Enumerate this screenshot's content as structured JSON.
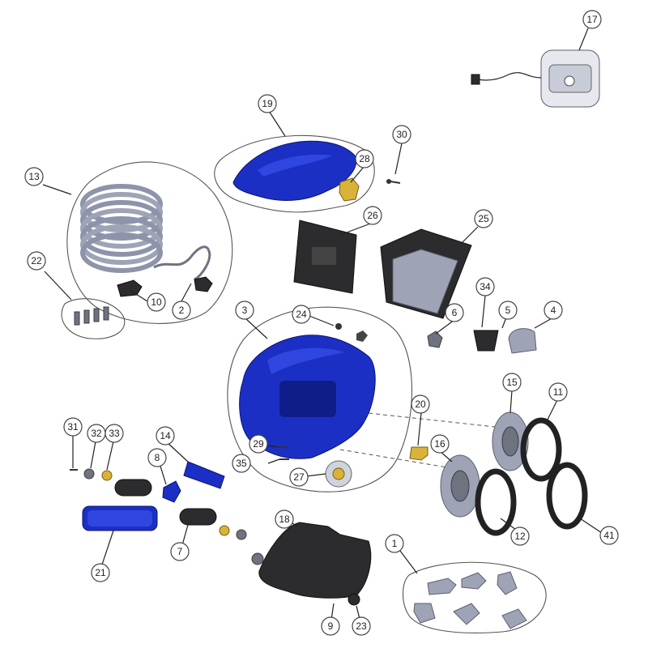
{
  "diagram": {
    "title": "",
    "callouts": [
      {
        "id": "c1",
        "label": "1"
      },
      {
        "id": "c2",
        "label": "2"
      },
      {
        "id": "c3",
        "label": "3"
      },
      {
        "id": "c4",
        "label": "4"
      },
      {
        "id": "c5",
        "label": "5"
      },
      {
        "id": "c6",
        "label": "6"
      },
      {
        "id": "c7",
        "label": "7"
      },
      {
        "id": "c8",
        "label": "8"
      },
      {
        "id": "c9",
        "label": "9"
      },
      {
        "id": "c10",
        "label": "10"
      },
      {
        "id": "c11",
        "label": "11"
      },
      {
        "id": "c12",
        "label": "12"
      },
      {
        "id": "c13",
        "label": "13"
      },
      {
        "id": "c14",
        "label": "14"
      },
      {
        "id": "c15",
        "label": "15"
      },
      {
        "id": "c16",
        "label": "16"
      },
      {
        "id": "c17",
        "label": "17"
      },
      {
        "id": "c18",
        "label": "18"
      },
      {
        "id": "c19",
        "label": "19"
      },
      {
        "id": "c20",
        "label": "20"
      },
      {
        "id": "c21",
        "label": "21"
      },
      {
        "id": "c22",
        "label": "22"
      },
      {
        "id": "c23",
        "label": "23"
      },
      {
        "id": "c24",
        "label": "24"
      },
      {
        "id": "c25",
        "label": "25"
      },
      {
        "id": "c26",
        "label": "26"
      },
      {
        "id": "c27",
        "label": "27"
      },
      {
        "id": "c28",
        "label": "28"
      },
      {
        "id": "c29",
        "label": "29"
      },
      {
        "id": "c30",
        "label": "30"
      },
      {
        "id": "c31",
        "label": "31"
      },
      {
        "id": "c32",
        "label": "32"
      },
      {
        "id": "c33",
        "label": "33"
      },
      {
        "id": "c34",
        "label": "34"
      },
      {
        "id": "c35",
        "label": "35"
      },
      {
        "id": "c41",
        "label": "41"
      }
    ],
    "colors": {
      "body_blue": "#1c2fc4",
      "dark_part": "#2c2c2e",
      "grey_part": "#9ea4b6",
      "brass_part": "#d9b23a",
      "outline": "#555555"
    }
  }
}
